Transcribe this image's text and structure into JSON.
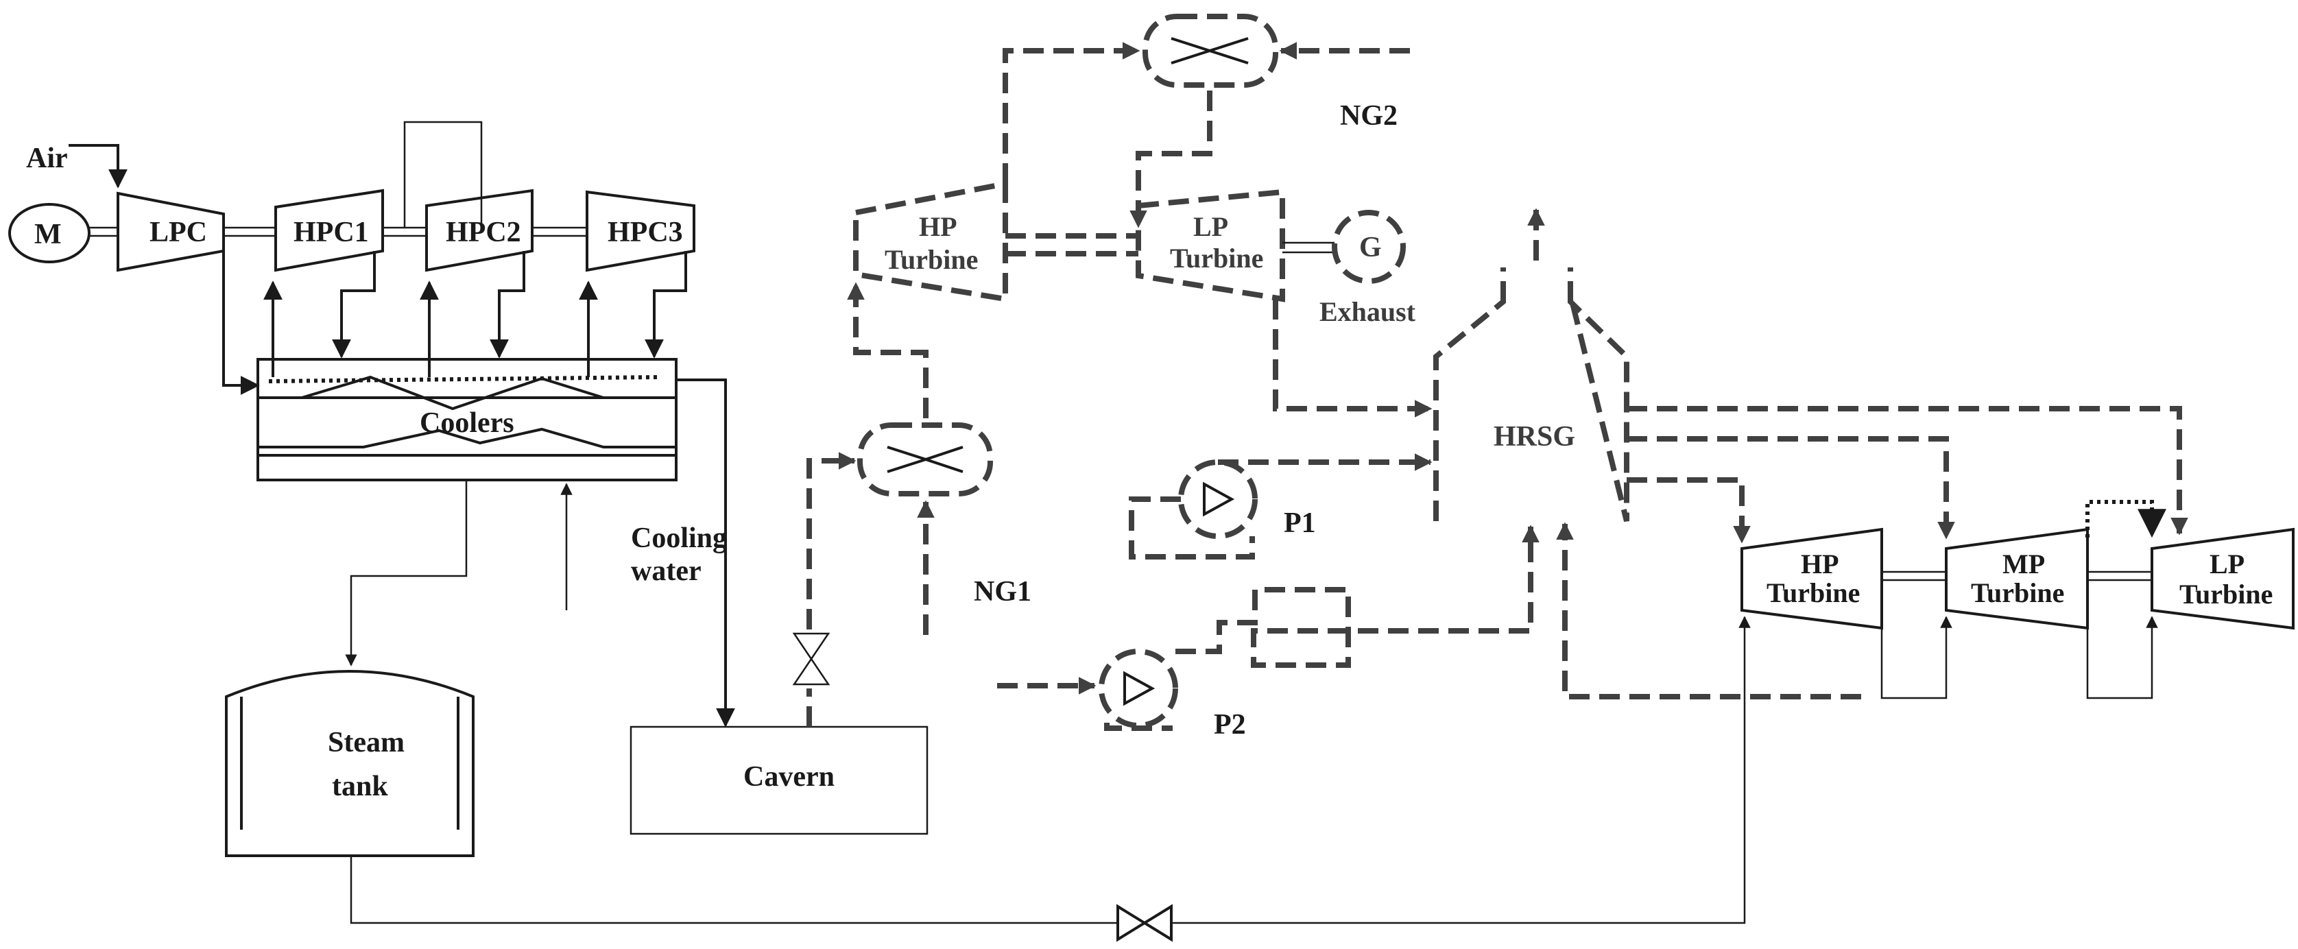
{
  "labels": {
    "air": "Air",
    "motor": "M",
    "lpc": "LPC",
    "hpc1": "HPC1",
    "hpc2": "HPC2",
    "hpc3": "HPC3",
    "coolers": "Coolers",
    "cooling_water_1": "Cooling",
    "cooling_water_2": "water",
    "steam_tank_1": "Steam",
    "steam_tank_2": "tank",
    "cavern": "Cavern",
    "ng1": "NG1",
    "ng2": "NG2",
    "hp_turbine_gas_1": "HP",
    "hp_turbine_gas_2": "Turbine",
    "lp_turbine_gas_1": "LP",
    "lp_turbine_gas_2": "Turbine",
    "generator": "G",
    "exhaust": "Exhaust",
    "hrsg": "HRSG",
    "p1": "P1",
    "p2": "P2",
    "hp_turbine_steam_1": "HP",
    "hp_turbine_steam_2": "Turbine",
    "mp_turbine_steam_1": "MP",
    "mp_turbine_steam_2": "Turbine",
    "lp_turbine_steam_1": "LP",
    "lp_turbine_steam_2": "Turbine"
  },
  "colors": {
    "solid_line": "#1a1a1a",
    "dashed_line": "#404040",
    "background": "#ffffff"
  }
}
